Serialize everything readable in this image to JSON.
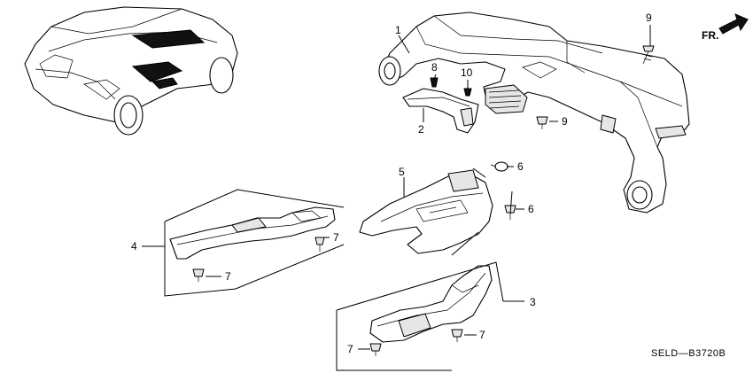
{
  "diagram": {
    "direction_label": "FR.",
    "code": "SELD—B3720B",
    "callouts": [
      "1",
      "2",
      "3",
      "4",
      "5",
      "6",
      "6",
      "7",
      "7",
      "7",
      "7",
      "8",
      "9",
      "9",
      "10"
    ]
  }
}
